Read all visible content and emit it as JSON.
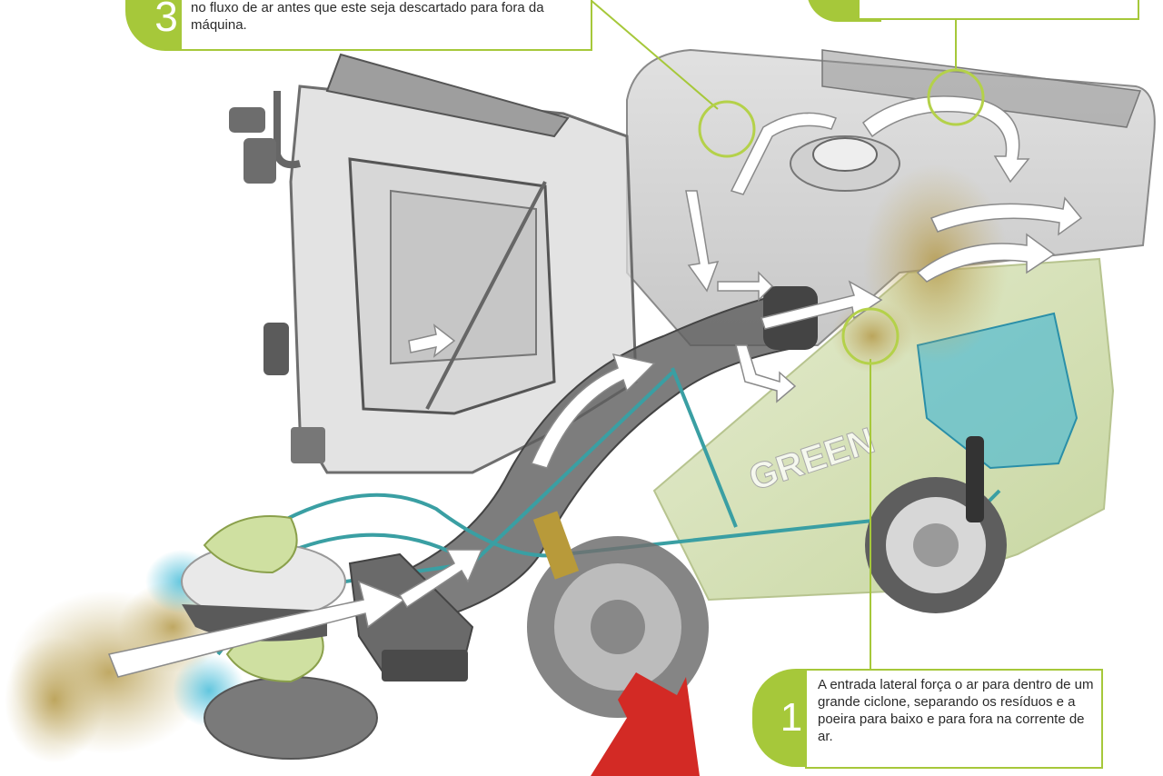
{
  "callouts": [
    {
      "number": "3",
      "text": "centrifugação que virtualmente elimina todo o pó remanescente no fluxo de ar antes que este seja descartado para fora da máquina."
    },
    {
      "number": "",
      "text": ""
    },
    {
      "number": "1",
      "text": "A entrada lateral força o ar para dentro de um grande ciclone, separando os resíduos e a poeira para baixo e para fora na corrente de ar."
    }
  ],
  "vehicle": {
    "brand_text": "GREEN"
  },
  "colors": {
    "accent_green": "#a6c83a",
    "hose_teal": "#3a9fa3",
    "exit_red": "#d32a25",
    "body_green": "#cfdcae",
    "dust_blue": "#3bb8d6"
  }
}
